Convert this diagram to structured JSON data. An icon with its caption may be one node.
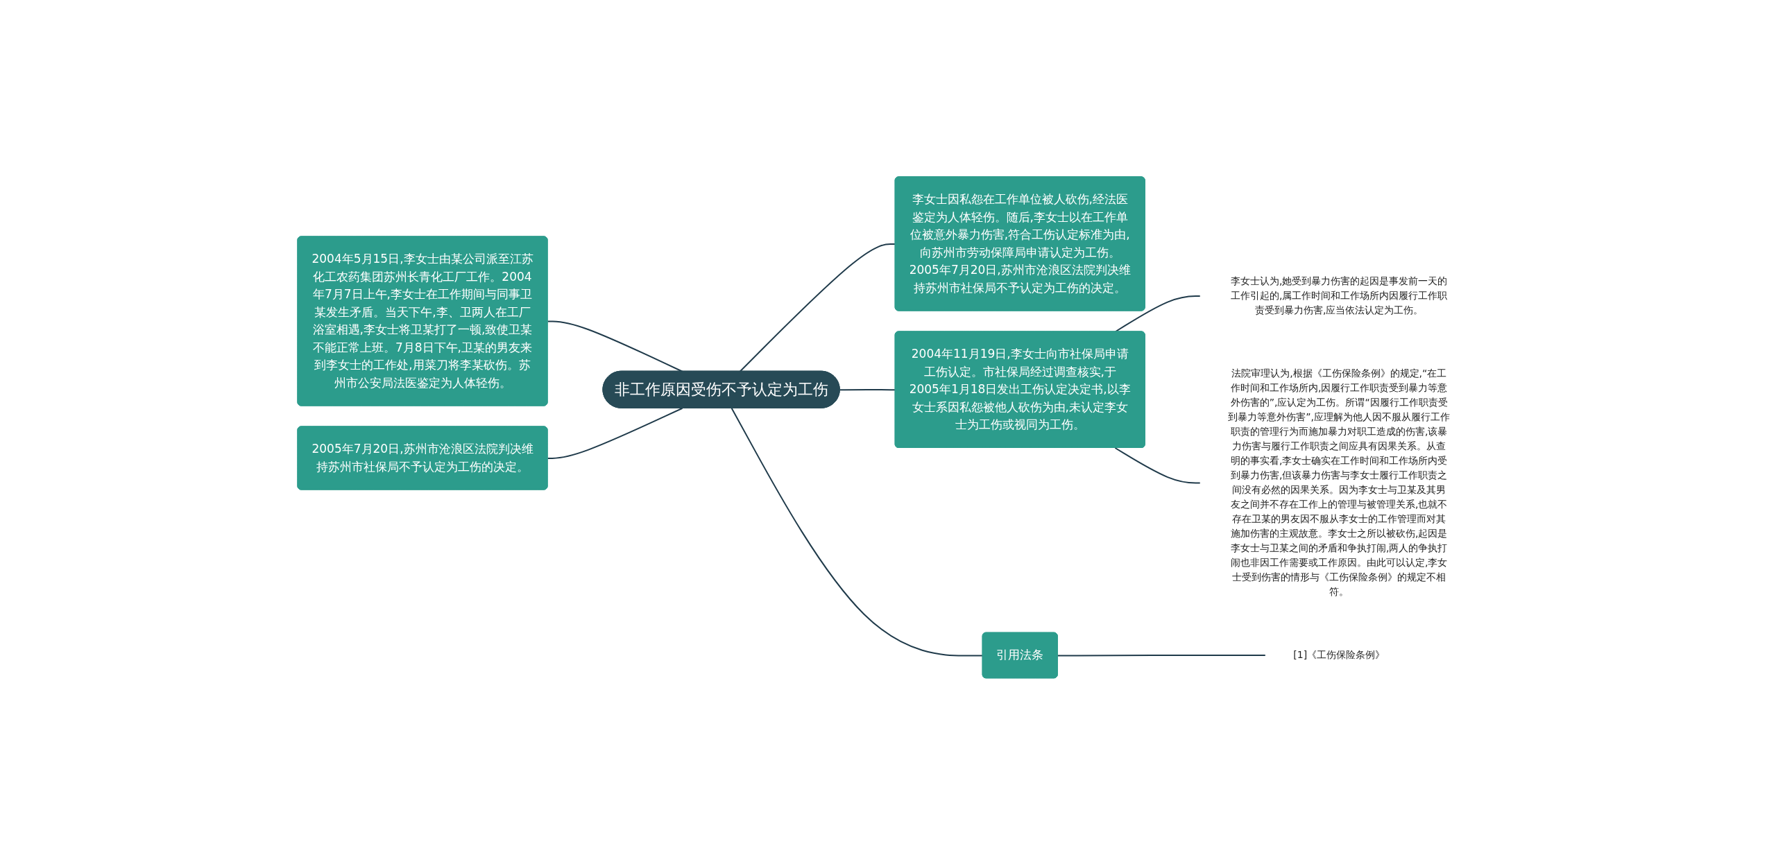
{
  "diagram": {
    "nodes": [
      {
        "text": [
          "非工作原因受伤不予认定为工伤"
        ]
      },
      {
        "text": [
          "李女士因私怨在工作单位被人砍伤,经法医鉴定为人体轻伤。随后,李女士以在工作单位被意外暴力伤害,符合工伤认定标准为由,向苏州市劳动保障局申请认定为工伤。2005年7月20日,苏州市沧浪区法院判决维持苏州市社保局不予认定为工伤的决定。"
        ]
      },
      {
        "text": [
          "2004年5月15日,李女士由某公司派至江苏化工农药集团苏州长青化工厂工作。2004年7月7日上午,李女士在工作期间与同事卫某发生矛盾。当天下午,李、卫两人在工厂浴室相遇,李女士将卫某打了一顿,致使卫某不能正常上班。7月8日下午,卫某的男友来到李女士的工作处,用菜刀将李某砍伤。苏州市公安局法医鉴定为人体轻伤。"
        ]
      },
      {
        "text": [
          "2004年11月19日,李女士向市社保局申请工伤认定。市社保局经过调查核实,于2005年1月18日发出工伤认定决定书,以李女士系因私怨被他人砍伤为由,未认定李女士为工伤或视同为工伤。"
        ]
      },
      {
        "text": [
          "2005年7月20日,苏州市沧浪区法院判决维持苏州市社保局不予认定为工伤的决定。"
        ]
      },
      {
        "text": [
          "引用法条"
        ]
      },
      {
        "text": [
          "李女士认为,她受到暴力伤害的起因是事发前一天的工作引起的,属工作时间和工作场所内因履行工作职责受到暴力伤害,应当依法认定为工伤。"
        ]
      },
      {
        "text": [
          "法院审理认为,根据《工伤保险条例》的规定,“在工作时间和工作场所内,因履行工作职责受到暴力等意外伤害的”,应认定为工伤。所谓“因履行工作职责受到暴力等意外伤害”,应理解为他人因不服从履行工作职责的管理行为而施加暴力对职工造成的伤害,该暴力伤害与履行工作职责之间应具有因果关系。从查明的事实看,李女士确实在工作时间和工作场所内受到暴力伤害,但该暴力伤害与李女士履行工作职责之间没有必然的因果关系。因为李女士与卫某及其男友之间并不存在工作上的管理与被管理关系,也就不存在卫某的男友因不服从李女士的工作管理而对其施加伤害的主观故意。李女士之所以被砍伤,起因是李女士与卫某之间的矛盾和争执打闹,两人的争执打闹也非因工作需要或工作原因。由此可以认定,李女士受到伤害的情形与《工伤保险条例》的规定不相符。"
        ]
      },
      {
        "text": [
          "[1]《工伤保险条例》"
        ]
      }
    ],
    "edges": [
      {
        "from": 0,
        "to": 1,
        "arrow": "none"
      },
      {
        "from": 2,
        "to": 0,
        "arrow": "none"
      },
      {
        "from": 0,
        "to": 3,
        "arrow": "none"
      },
      {
        "from": 4,
        "to": 0,
        "arrow": "none"
      },
      {
        "from": 0,
        "to": 5,
        "arrow": "none"
      },
      {
        "from": 3,
        "to": 6,
        "arrow": "none"
      },
      {
        "from": 3,
        "to": 7,
        "arrow": "none"
      },
      {
        "from": 5,
        "to": 8,
        "arrow": "none"
      }
    ]
  }
}
